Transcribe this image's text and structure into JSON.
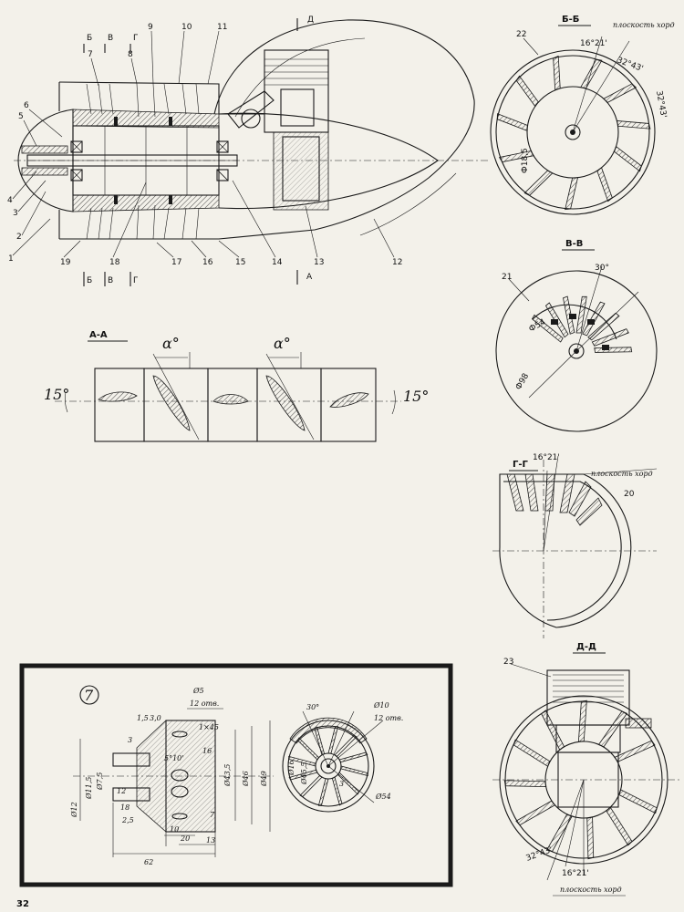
{
  "page_number": "32",
  "main_view": {
    "callouts": [
      "1",
      "2",
      "3",
      "4",
      "5",
      "6",
      "7",
      "8",
      "9",
      "10",
      "11",
      "12",
      "13",
      "14",
      "15",
      "16",
      "17",
      "18",
      "19"
    ],
    "section_marks": [
      "Б",
      "В",
      "Г",
      "Д",
      "А"
    ]
  },
  "section_a": {
    "title": "А-А",
    "angle_alpha": "α°",
    "angle_15": "15°"
  },
  "section_b": {
    "title": "Б-Б",
    "callout": "22",
    "chord_plane": "плоскость хорд",
    "angle1": "16°21'",
    "angle2": "32°43'",
    "angle3": "32°43'",
    "diameter": "Ф18,5"
  },
  "section_v": {
    "title": "В-В",
    "callout": "21",
    "angle": "30°",
    "dia_inner": "Ф54",
    "dia_outer": "Ф98"
  },
  "section_g": {
    "title": "Г-Г",
    "callout": "20",
    "angle": "16°21'",
    "chord_plane": "плоскость хорд"
  },
  "section_d": {
    "title": "Д-Д",
    "callout": "23",
    "angle1": "32°43'",
    "angle2": "16°21'",
    "chord_plane": "плоскость хорд"
  },
  "detail": {
    "number": "7",
    "dims": {
      "d5": "Ø5",
      "holes12": "12 отв.",
      "c15": "1,5",
      "c30": "3,0",
      "chamfer": "1×45",
      "c3": "3",
      "angle": "5°10'",
      "c16": "16",
      "d435": "Ø43,5",
      "d46": "Ø46",
      "d49": "Ø49",
      "d115": "Ø11,5",
      "d75": "Ø7,5",
      "d12": "Ø12",
      "c12": "12",
      "c18": "18",
      "c25": "2,5",
      "c7": "7",
      "c10": "10",
      "c20": "20",
      "c13": "13",
      "c62": "62"
    },
    "end_view": {
      "angle": "30°",
      "d10": "Ø10",
      "holes12": "12 отв.",
      "d16": "Ø16",
      "d455": "Ø45,5",
      "c3": "3",
      "d54": "Ø54"
    }
  }
}
